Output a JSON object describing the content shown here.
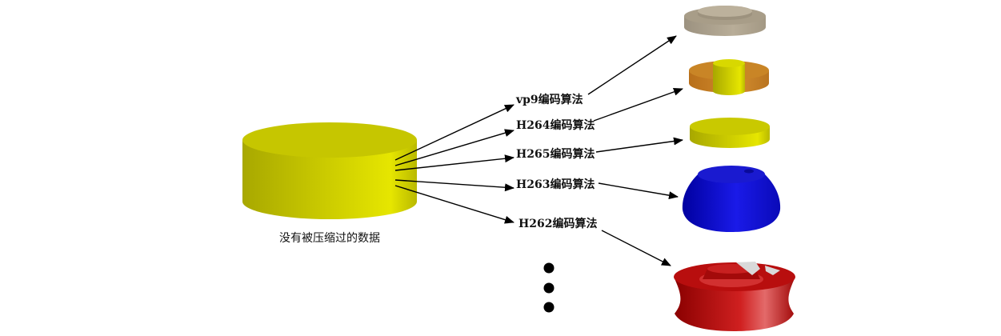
{
  "source": {
    "label": "没有被压缩过的数据",
    "color": "#d6d600"
  },
  "codecs": [
    {
      "label": "vp9编码算法",
      "result_color": "#b5aa95"
    },
    {
      "label": "H264编码算法",
      "result_color": "#d08a2a"
    },
    {
      "label": "H265编码算法",
      "result_color": "#d6d600"
    },
    {
      "label": "H263编码算法",
      "result_color": "#1010d8"
    },
    {
      "label": "H262编码算法",
      "result_color": "#c01010"
    }
  ],
  "continuation": "more-items-ellipsis-dots"
}
